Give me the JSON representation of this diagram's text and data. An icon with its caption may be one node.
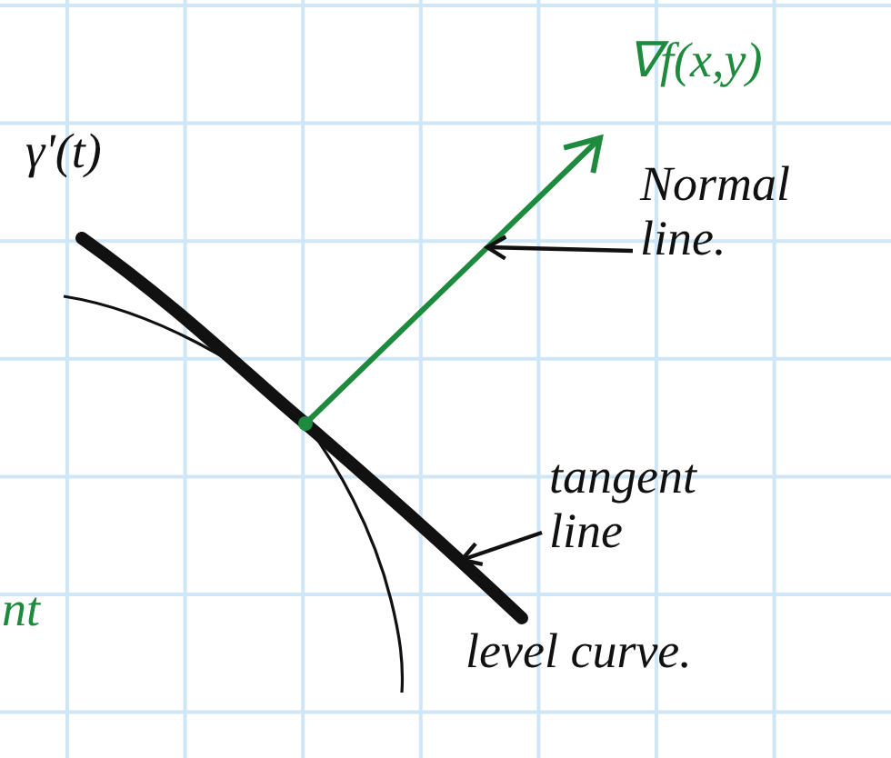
{
  "diagram": {
    "nodes": [
      {
        "text": [
          "Normal line."
        ]
      },
      {
        "text": [
          "tangent line"
        ]
      },
      {
        "text": [],
        "shape": "arrow"
      },
      {
        "text": [],
        "shape": "line"
      }
    ],
    "edges": [
      {
        "from": 0,
        "to": 2,
        "arrow": "to"
      },
      {
        "from": 1,
        "to": 3,
        "arrow": "to"
      }
    ],
    "labels": [
      "∇f(x,y)",
      "γ'(t)",
      "level curve.",
      "nt"
    ]
  }
}
